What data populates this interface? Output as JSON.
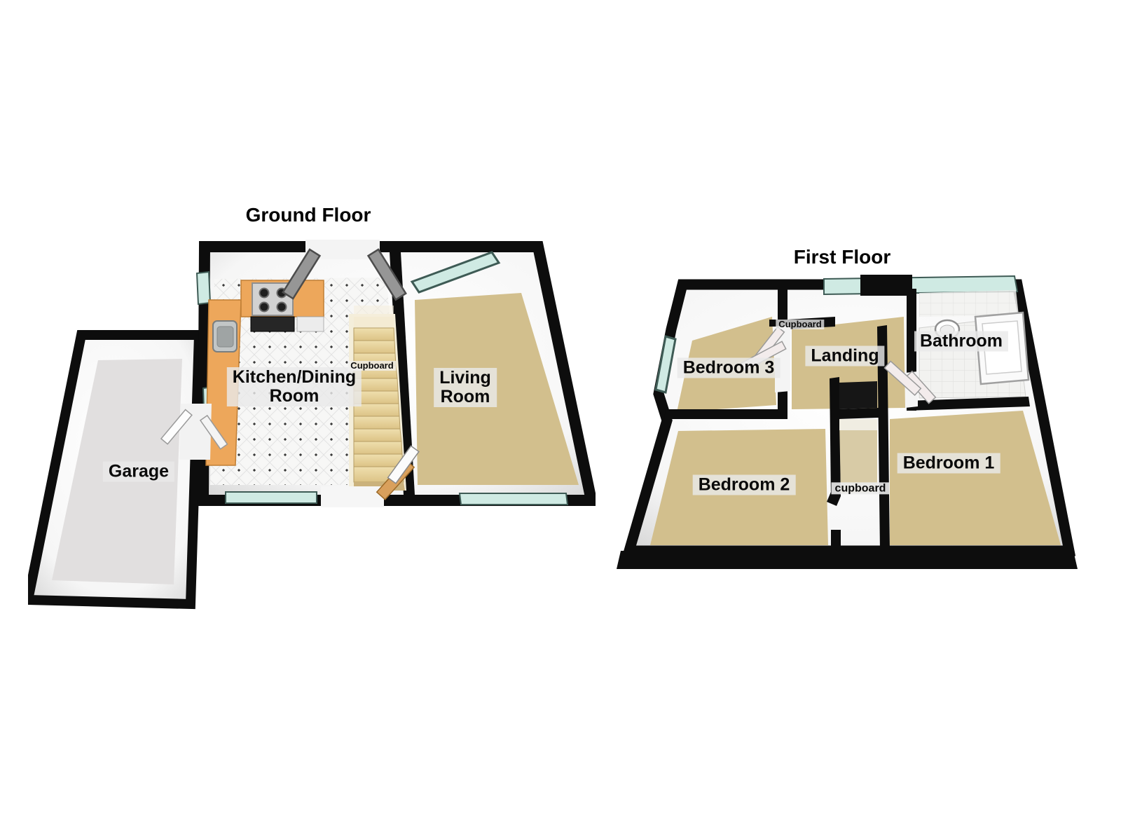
{
  "page": {
    "background": "#ffffff"
  },
  "colors": {
    "wall": "#0d0d0d",
    "inner_wall_face": "#ffffff",
    "carpet": "#d2bf8d",
    "tile_floor": "#f7f7f6",
    "bath_tile": "#f2f2f0",
    "garage_floor": "#e1dfdf",
    "counter": "#eda75b",
    "stairs": "#e7d4a3",
    "window_glass": "#cfeae3",
    "window_frame": "#3e5b55",
    "door_gray": "#969696",
    "door_white": "#f3ecec",
    "door_wood": "#d9a05c",
    "stair_void": "#161616",
    "label_bg": "#e9e9e9",
    "text": "#000000"
  },
  "ground_floor": {
    "title": "Ground Floor",
    "rooms": {
      "garage": {
        "label": "Garage"
      },
      "kitchen_dining": {
        "label": "Kitchen/Dining\nRoom"
      },
      "cupboard": {
        "label": "Cupboard"
      },
      "living_room": {
        "label": "Living\nRoom"
      }
    }
  },
  "first_floor": {
    "title": "First Floor",
    "rooms": {
      "bedroom3": {
        "label": "Bedroom 3"
      },
      "cupboard_top": {
        "label": "Cupboard"
      },
      "landing": {
        "label": "Landing"
      },
      "bathroom": {
        "label": "Bathroom"
      },
      "bedroom2": {
        "label": "Bedroom 2"
      },
      "cupboard_mid": {
        "label": "cupboard"
      },
      "bedroom1": {
        "label": "Bedroom 1"
      }
    }
  }
}
